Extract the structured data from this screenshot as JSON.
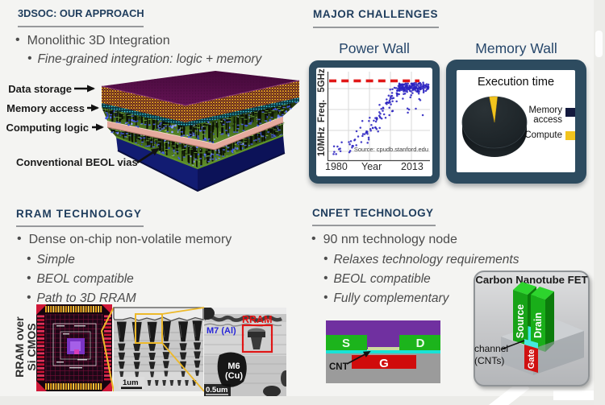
{
  "sections": {
    "approach": {
      "header": "3DSOC: OUR APPROACH",
      "bullets": [
        {
          "text": "Monolithic 3D Integration"
        },
        {
          "text": "Fine-grained integration: logic + memory"
        }
      ],
      "stack_labels": {
        "data_storage": "Data storage",
        "memory_access": "Memory access",
        "computing_logic": "Computing logic",
        "beol_vias": "Conventional BEOL vias"
      }
    },
    "challenges": {
      "header": "MAJOR CHALLENGES",
      "power_wall_title": "Power Wall",
      "memory_wall_title": "Memory Wall"
    },
    "rram": {
      "header": "RRAM TECHNOLOGY",
      "bullets": [
        {
          "text": "Dense on-chip non-volatile memory"
        },
        {
          "text": "Simple"
        },
        {
          "text": "BEOL compatible"
        },
        {
          "text": "Path to 3D RRAM"
        }
      ],
      "side_label_line1": "RRAM over",
      "side_label_line2": "Si CMOS",
      "micrograph_labels": {
        "m7": "M7 (Al)",
        "rram": "RRAM",
        "m6_line1": "M6",
        "m6_line2": "(Cu)",
        "scale_sem": "1um",
        "scale_tem": "0.5um"
      }
    },
    "cnfet": {
      "header": "CNFET TECHNOLOGY",
      "bullets": [
        {
          "text": "90 nm technology node"
        },
        {
          "text": "Relaxes technology requirements"
        },
        {
          "text": "BEOL compatible"
        },
        {
          "text": "Fully complementary"
        }
      ],
      "cross_section": {
        "source": "S",
        "drain": "D",
        "gate": "G",
        "cnt": "CNT"
      },
      "fet3d": {
        "title": "Carbon Nanotube FET",
        "source": "Source",
        "drain": "Drain",
        "gate": "Gate",
        "channel_line1": "channel",
        "channel_line2": "(CNTs)"
      }
    }
  },
  "colors": {
    "header_navy": "#1e3c5c",
    "panel_frame": "#2d4b5f",
    "accent_red_dashed": "#e11717",
    "scatter_blue": "#2a22c0",
    "pie_dark": "#232a2e",
    "legend_navy": "#141a3e",
    "legend_yellow": "#f2c41e"
  },
  "chart_data": [
    {
      "type": "scatter",
      "title": "Power Wall",
      "xlabel": "Year",
      "ylabel": "Freq.",
      "x_tick_labels": [
        "1980",
        "2013"
      ],
      "y_tick_top": "5GHz",
      "y_tick_bottom": "10MHz",
      "annotation": "Source: cpudb.stanford.edu",
      "xlim": [
        1978,
        2015
      ],
      "ylim_log10_mhz": [
        0.8,
        3.9
      ],
      "ceiling_mhz": 5000,
      "grid": true,
      "points_year_mhz": [
        [
          1980.19,
          6.6
        ],
        [
          1980.36,
          13.4
        ],
        [
          1980.45,
          8.1
        ],
        [
          1981.12,
          6.6
        ],
        [
          1981.62,
          13.1
        ],
        [
          1982.12,
          10.2
        ],
        [
          1982.54,
          10.8
        ],
        [
          1982.68,
          8.6
        ],
        [
          1983.14,
          19.1
        ],
        [
          1985.72,
          19.5
        ],
        [
          1985.9,
          7.8
        ],
        [
          1986.03,
          15.9
        ],
        [
          1986.22,
          8.8
        ],
        [
          1986.45,
          21.2
        ],
        [
          1986.86,
          11.9
        ],
        [
          1986.98,
          14.0
        ],
        [
          1987.27,
          13.7
        ],
        [
          1987.74,
          23.1
        ],
        [
          1987.93,
          24.5
        ],
        [
          1988.4,
          14.7
        ],
        [
          1988.49,
          52.1
        ],
        [
          1989.08,
          32.6
        ],
        [
          1989.88,
          72.1
        ],
        [
          1990.2,
          19.5
        ],
        [
          1990.59,
          131.7
        ],
        [
          1990.65,
          34.0
        ],
        [
          1990.84,
          40.5
        ],
        [
          1991.42,
          40.1
        ],
        [
          1991.93,
          45.5
        ],
        [
          1992.09,
          50.9
        ],
        [
          1992.31,
          48.5
        ],
        [
          1992.37,
          49.5
        ],
        [
          1992.44,
          41.4
        ],
        [
          1992.48,
          18.3
        ],
        [
          1992.87,
          29.4
        ],
        [
          1992.9,
          24.7
        ],
        [
          1992.97,
          131.5
        ],
        [
          1993.24,
          176.4
        ],
        [
          1993.51,
          63.7
        ],
        [
          1993.65,
          55.2
        ],
        [
          1993.84,
          91.7
        ],
        [
          1994.38,
          69.7
        ],
        [
          1994.38,
          71.5
        ],
        [
          1994.72,
          135.3
        ],
        [
          1995.27,
          74.3
        ],
        [
          1995.31,
          172.6
        ],
        [
          1995.4,
          70.9
        ],
        [
          1995.51,
          125.4
        ],
        [
          1995.75,
          63.5
        ],
        [
          1995.76,
          148.8
        ],
        [
          1995.81,
          174.4
        ],
        [
          1995.88,
          161.9
        ],
        [
          1996.28,
          51.1
        ],
        [
          1996.7,
          212.1
        ],
        [
          1996.74,
          290.2
        ],
        [
          1996.79,
          562.7
        ],
        [
          1996.85,
          70.4
        ],
        [
          1996.96,
          191.0
        ],
        [
          1997.08,
          177.1
        ],
        [
          1997.09,
          254.1
        ],
        [
          1997.42,
          395.7
        ],
        [
          1997.58,
          165.3
        ],
        [
          1997.95,
          330.9
        ],
        [
          1998.07,
          437.6
        ],
        [
          1998.17,
          415.4
        ],
        [
          1998.45,
          241.0
        ],
        [
          1998.99,
          177.0
        ],
        [
          1999.1,
          663.9
        ],
        [
          1999.36,
          925.1
        ],
        [
          1999.37,
          612.7
        ],
        [
          1999.42,
          698.1
        ],
        [
          1999.5,
          713.7
        ],
        [
          2000.09,
          1318.7
        ],
        [
          2000.11,
          683.3
        ],
        [
          2000.12,
          697.8
        ],
        [
          2000.34,
          437.8
        ],
        [
          2000.35,
          223.6
        ],
        [
          2000.41,
          827.4
        ],
        [
          2000.59,
          710.9
        ],
        [
          2000.65,
          2257.4
        ],
        [
          2000.67,
          960.5
        ],
        [
          2000.79,
          1119.8
        ],
        [
          2000.91,
          594.7
        ],
        [
          2000.91,
          1247.4
        ],
        [
          2001.32,
          1275.4
        ],
        [
          2001.33,
          1674.6
        ],
        [
          2001.36,
          320.6
        ],
        [
          2001.37,
          1016.3
        ],
        [
          2001.46,
          2312.6
        ],
        [
          2001.47,
          789.9
        ],
        [
          2001.58,
          329.6
        ],
        [
          2001.86,
          1054.0
        ],
        [
          2002.17,
          2662.9
        ],
        [
          2002.77,
          2583.7
        ],
        [
          2002.96,
          776.9
        ],
        [
          2003.0,
          1642.3
        ],
        [
          2003.12,
          1485.6
        ],
        [
          2003.13,
          1289.1
        ],
        [
          2003.16,
          2034.4
        ],
        [
          2003.2,
          2111.1
        ],
        [
          2003.36,
          1530.3
        ],
        [
          2003.41,
          2510.4
        ],
        [
          2003.45,
          2071.5
        ],
        [
          2003.6,
          3143.0
        ],
        [
          2003.82,
          2227.4
        ],
        [
          2003.83,
          1488.9
        ],
        [
          2003.91,
          2682.1
        ],
        [
          2003.94,
          3903.7
        ],
        [
          2003.95,
          3088.4
        ],
        [
          2003.97,
          3561.8
        ],
        [
          2004.04,
          2045.6
        ],
        [
          2004.04,
          2065.5
        ],
        [
          2004.04,
          2747.0
        ],
        [
          2004.05,
          2608.2
        ],
        [
          2004.13,
          3487.4
        ],
        [
          2004.15,
          2538.6
        ],
        [
          2004.19,
          3189.4
        ],
        [
          2004.21,
          3682.9
        ],
        [
          2004.26,
          2248.0
        ],
        [
          2004.42,
          2728.4
        ],
        [
          2004.44,
          3205.8
        ],
        [
          2004.46,
          3383.8
        ],
        [
          2004.64,
          2539.6
        ],
        [
          2004.75,
          2620.2
        ],
        [
          2004.77,
          3582.2
        ],
        [
          2004.78,
          2177.6
        ],
        [
          2004.79,
          2553.2
        ],
        [
          2004.89,
          2793.9
        ],
        [
          2004.9,
          3411.6
        ],
        [
          2004.95,
          3683.4
        ],
        [
          2005.11,
          3088.2
        ],
        [
          2005.13,
          2890.6
        ],
        [
          2005.16,
          2761.8
        ],
        [
          2005.2,
          996.5
        ],
        [
          2005.29,
          2445.8
        ],
        [
          2005.35,
          3557.3
        ],
        [
          2005.37,
          2222.8
        ],
        [
          2005.38,
          2833.7
        ],
        [
          2005.41,
          2442.8
        ],
        [
          2005.45,
          2282.9
        ],
        [
          2005.5,
          1517.8
        ],
        [
          2005.52,
          1913.8
        ],
        [
          2005.55,
          3591.2
        ],
        [
          2005.58,
          3462.4
        ],
        [
          2005.64,
          2482.6
        ],
        [
          2005.67,
          2251.1
        ],
        [
          2005.71,
          2073.9
        ],
        [
          2005.73,
          2236.6
        ],
        [
          2005.8,
          2365.1
        ],
        [
          2005.94,
          2752.2
        ],
        [
          2006.01,
          1572.7
        ],
        [
          2006.07,
          2294.8
        ],
        [
          2006.11,
          3725.2
        ],
        [
          2006.14,
          2851.6
        ],
        [
          2006.18,
          3879.8
        ],
        [
          2006.22,
          3111.0
        ],
        [
          2006.24,
          1964.2
        ],
        [
          2006.44,
          3028.9
        ],
        [
          2006.45,
          3321.1
        ],
        [
          2006.47,
          2760.4
        ],
        [
          2006.53,
          3295.9
        ],
        [
          2006.55,
          2773.8
        ],
        [
          2006.63,
          2515.5
        ],
        [
          2006.65,
          3903.3
        ],
        [
          2006.67,
          2569.9
        ],
        [
          2006.67,
          3130.4
        ],
        [
          2006.69,
          2859.0
        ],
        [
          2006.74,
          2149.3
        ],
        [
          2006.75,
          1831.5
        ],
        [
          2006.75,
          2419.4
        ],
        [
          2006.81,
          2641.9
        ],
        [
          2006.84,
          3269.7
        ],
        [
          2006.85,
          2562.2
        ],
        [
          2006.9,
          407.9
        ],
        [
          2006.99,
          2722.3
        ],
        [
          2007.02,
          280.9
        ],
        [
          2007.07,
          3890.6
        ],
        [
          2007.28,
          2685.7
        ],
        [
          2007.31,
          2370.5
        ],
        [
          2007.44,
          372.6
        ],
        [
          2007.46,
          2312.9
        ],
        [
          2007.51,
          2752.7
        ],
        [
          2007.59,
          3042.9
        ],
        [
          2007.63,
          3240.6
        ],
        [
          2007.71,
          2415.3
        ],
        [
          2007.75,
          2022.4
        ],
        [
          2007.82,
          2781.6
        ],
        [
          2007.93,
          1119.8
        ],
        [
          2008.05,
          2743.7
        ],
        [
          2008.06,
          2612.3
        ],
        [
          2008.17,
          1917.4
        ],
        [
          2008.22,
          1359.1
        ],
        [
          2008.23,
          3010.2
        ],
        [
          2008.25,
          3865.6
        ],
        [
          2008.29,
          2608.3
        ],
        [
          2008.46,
          3457.9
        ],
        [
          2008.48,
          3919.7
        ],
        [
          2008.51,
          3093.0
        ],
        [
          2008.6,
          3683.5
        ],
        [
          2008.7,
          1647.4
        ],
        [
          2008.79,
          2117.8
        ],
        [
          2008.81,
          2344.6
        ],
        [
          2008.87,
          2693.8
        ],
        [
          2008.87,
          3318.1
        ],
        [
          2008.93,
          3585.3
        ],
        [
          2008.94,
          3923.4
        ],
        [
          2009.02,
          2396.9
        ],
        [
          2009.03,
          2351.4
        ],
        [
          2009.08,
          2341.0
        ],
        [
          2009.3,
          3017.8
        ],
        [
          2009.35,
          2743.4
        ],
        [
          2009.35,
          3399.2
        ],
        [
          2009.38,
          4065.7
        ],
        [
          2009.49,
          2565.2
        ],
        [
          2009.55,
          2452.1
        ],
        [
          2009.55,
          3524.9
        ],
        [
          2009.64,
          2410.8
        ],
        [
          2009.67,
          2100.8
        ],
        [
          2009.84,
          2863.4
        ],
        [
          2009.87,
          2652.0
        ],
        [
          2009.89,
          400.4
        ],
        [
          2009.89,
          2828.3
        ],
        [
          2009.93,
          4178.1
        ],
        [
          2009.94,
          2485.0
        ],
        [
          2009.95,
          2854.3
        ],
        [
          2010.16,
          2626.3
        ],
        [
          2010.19,
          3639.1
        ],
        [
          2010.21,
          1899.9
        ],
        [
          2010.22,
          3266.6
        ],
        [
          2010.49,
          2108.0
        ],
        [
          2010.54,
          1939.5
        ],
        [
          2010.61,
          2556.8
        ],
        [
          2010.64,
          2484.4
        ],
        [
          2010.65,
          1831.5
        ],
        [
          2010.65,
          2160.1
        ],
        [
          2010.74,
          2034.0
        ],
        [
          2010.81,
          3123.9
        ],
        [
          2010.82,
          3752.5
        ],
        [
          2010.97,
          1573.4
        ],
        [
          2010.97,
          2599.9
        ],
        [
          2010.99,
          3934.9
        ],
        [
          2011.11,
          1887.9
        ],
        [
          2011.13,
          957.4
        ],
        [
          2011.16,
          2602.8
        ],
        [
          2011.34,
          2770.3
        ],
        [
          2011.34,
          3935.1
        ],
        [
          2011.35,
          2250.1
        ],
        [
          2011.41,
          4143.9
        ],
        [
          2011.42,
          2419.7
        ],
        [
          2011.46,
          2726.8
        ],
        [
          2011.51,
          865.7
        ],
        [
          2011.59,
          3308.5
        ],
        [
          2011.69,
          2315.6
        ],
        [
          2011.78,
          2945.5
        ],
        [
          2011.84,
          3663.3
        ],
        [
          2011.88,
          2542.3
        ],
        [
          2012.36,
          3138.3
        ],
        [
          2012.4,
          224.5
        ],
        [
          2012.46,
          2814.9
        ],
        [
          2012.5,
          2496.4
        ],
        [
          2012.55,
          4241.1
        ],
        [
          2012.68,
          2213.7
        ],
        [
          2012.69,
          1750.5
        ],
        [
          2012.69,
          3619.7
        ],
        [
          2012.76,
          1978.2
        ],
        [
          2012.82,
          2994.5
        ],
        [
          2012.85,
          3165.8
        ],
        [
          2013.15,
          2655.2
        ],
        [
          2013.36,
          3334.2
        ],
        [
          2013.51,
          2002.0
        ],
        [
          2013.59,
          3084.9
        ],
        [
          2013.65,
          3026.2
        ],
        [
          2013.82,
          3657.9
        ],
        [
          2013.9,
          2276.1
        ],
        [
          2013.98,
          2707.8
        ],
        [
          2014.1,
          2769.8
        ],
        [
          2014.19,
          3042.1
        ],
        [
          2014.24,
          2725.2
        ],
        [
          2014.29,
          2428.5
        ],
        [
          2014.31,
          2431.5
        ],
        [
          2014.37,
          2985.4
        ],
        [
          2014.41,
          2827.9
        ],
        [
          2014.44,
          2852.1
        ],
        [
          2014.44,
          3570.5
        ]
      ]
    },
    {
      "type": "pie",
      "title": "Execution time",
      "legend_position": "right",
      "slices": [
        {
          "label": "Memory access",
          "value": 96,
          "swatch": "#141a3e",
          "fill": "#232a2e"
        },
        {
          "label": "Compute",
          "value": 4,
          "swatch": "#f2c41e",
          "fill": "#f2c41e"
        }
      ]
    }
  ]
}
